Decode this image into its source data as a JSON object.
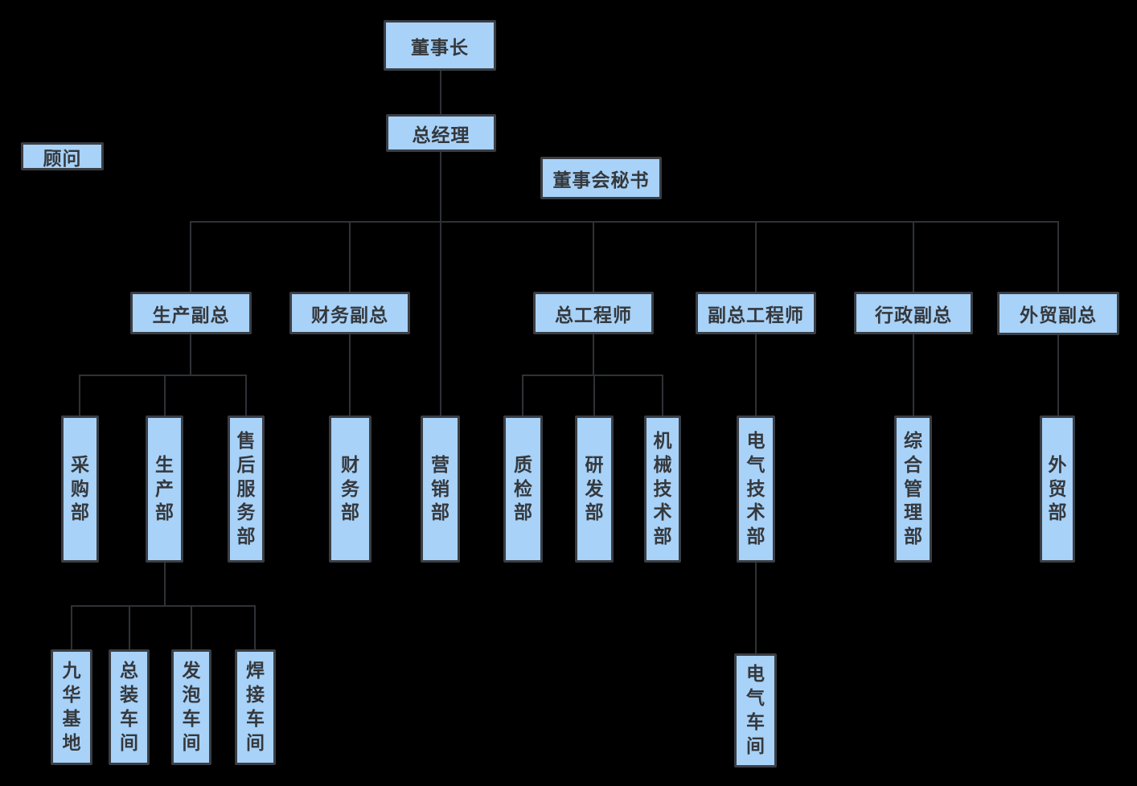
{
  "org_chart": {
    "colors": {
      "background": "#000000",
      "node_fill": "#a8d2f8",
      "node_border": "#3a3e44",
      "connector": "#2e3136",
      "text": "#35383c"
    },
    "nodes": [
      {
        "id": "chairman",
        "label": "董事长"
      },
      {
        "id": "general-manager",
        "label": "总经理"
      },
      {
        "id": "advisor",
        "label": "顾问"
      },
      {
        "id": "board-secretary",
        "label": "董事会秘书"
      },
      {
        "id": "vp-production",
        "label": "生产副总"
      },
      {
        "id": "vp-finance",
        "label": "财务副总"
      },
      {
        "id": "chief-engineer",
        "label": "总工程师"
      },
      {
        "id": "deputy-chief-engineer",
        "label": "副总工程师"
      },
      {
        "id": "vp-admin",
        "label": "行政副总"
      },
      {
        "id": "vp-foreign-trade",
        "label": "外贸副总"
      },
      {
        "id": "purchasing-dept",
        "label": "采购部"
      },
      {
        "id": "production-dept",
        "label": "生产部"
      },
      {
        "id": "after-sales-service-dept",
        "label": "售后服务部"
      },
      {
        "id": "finance-dept",
        "label": "财务部"
      },
      {
        "id": "marketing-dept",
        "label": "营销部"
      },
      {
        "id": "quality-inspection-dept",
        "label": "质检部"
      },
      {
        "id": "rd-dept",
        "label": "研发部"
      },
      {
        "id": "mechanical-tech-dept",
        "label": "机械技术部"
      },
      {
        "id": "electrical-tech-dept",
        "label": "电气技术部"
      },
      {
        "id": "general-management-dept",
        "label": "综合管理部"
      },
      {
        "id": "foreign-trade-dept",
        "label": "外贸部"
      },
      {
        "id": "jiuhua-base",
        "label": "九华基地"
      },
      {
        "id": "assembly-workshop",
        "label": "总装车间"
      },
      {
        "id": "foaming-workshop",
        "label": "发泡车间"
      },
      {
        "id": "welding-workshop",
        "label": "焊接车间"
      },
      {
        "id": "electrical-workshop",
        "label": "电气车间"
      }
    ],
    "edges": [
      [
        "chairman",
        "general-manager"
      ],
      [
        "general-manager",
        "vp-production"
      ],
      [
        "general-manager",
        "vp-finance"
      ],
      [
        "general-manager",
        "marketing-dept"
      ],
      [
        "general-manager",
        "chief-engineer"
      ],
      [
        "general-manager",
        "deputy-chief-engineer"
      ],
      [
        "general-manager",
        "vp-admin"
      ],
      [
        "general-manager",
        "vp-foreign-trade"
      ],
      [
        "vp-production",
        "purchasing-dept"
      ],
      [
        "vp-production",
        "production-dept"
      ],
      [
        "vp-production",
        "after-sales-service-dept"
      ],
      [
        "vp-finance",
        "finance-dept"
      ],
      [
        "chief-engineer",
        "quality-inspection-dept"
      ],
      [
        "chief-engineer",
        "rd-dept"
      ],
      [
        "chief-engineer",
        "mechanical-tech-dept"
      ],
      [
        "deputy-chief-engineer",
        "electrical-tech-dept"
      ],
      [
        "vp-admin",
        "general-management-dept"
      ],
      [
        "vp-foreign-trade",
        "foreign-trade-dept"
      ],
      [
        "production-dept",
        "jiuhua-base"
      ],
      [
        "production-dept",
        "assembly-workshop"
      ],
      [
        "production-dept",
        "foaming-workshop"
      ],
      [
        "production-dept",
        "welding-workshop"
      ],
      [
        "electrical-tech-dept",
        "electrical-workshop"
      ]
    ]
  }
}
